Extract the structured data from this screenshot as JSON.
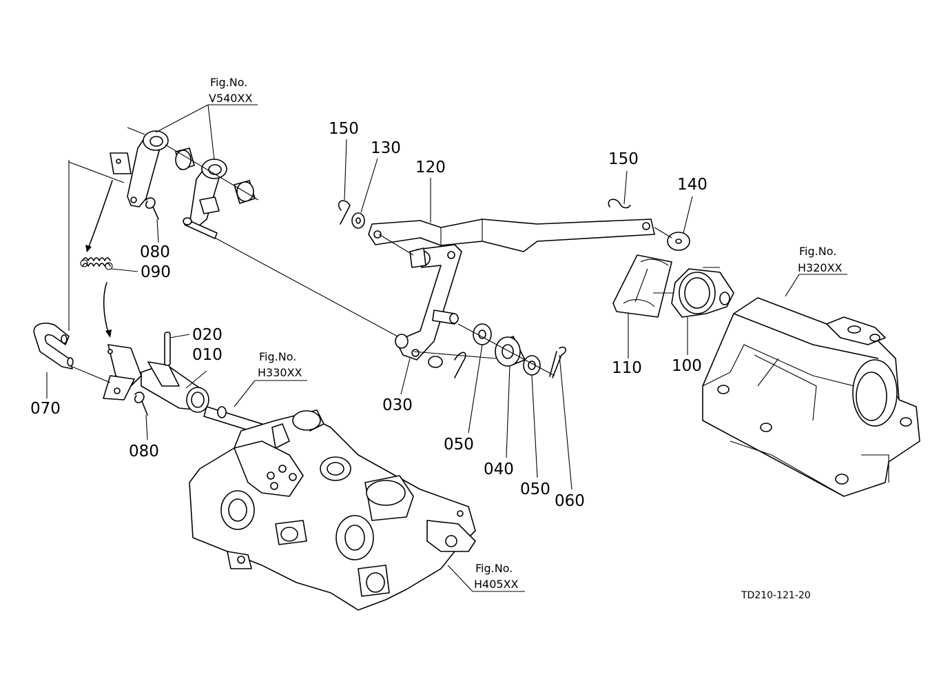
{
  "figure_refs": {
    "v540": {
      "line1": "Fig.No.",
      "line2": "V540XX"
    },
    "h330": {
      "line1": "Fig.No.",
      "line2": "H330XX"
    },
    "h405": {
      "line1": "Fig.No.",
      "line2": "H405XX"
    },
    "h320": {
      "line1": "Fig.No.",
      "line2": "H320XX"
    }
  },
  "part_numbers": {
    "p010": "010",
    "p020": "020",
    "p030": "030",
    "p040": "040",
    "p050a": "050",
    "p050b": "050",
    "p060": "060",
    "p070": "070",
    "p080a": "080",
    "p080b": "080",
    "p090": "090",
    "p100": "100",
    "p110": "110",
    "p120": "120",
    "p130": "130",
    "p140": "140",
    "p150a": "150",
    "p150b": "150"
  },
  "drawing_code": "TD210-121-20"
}
